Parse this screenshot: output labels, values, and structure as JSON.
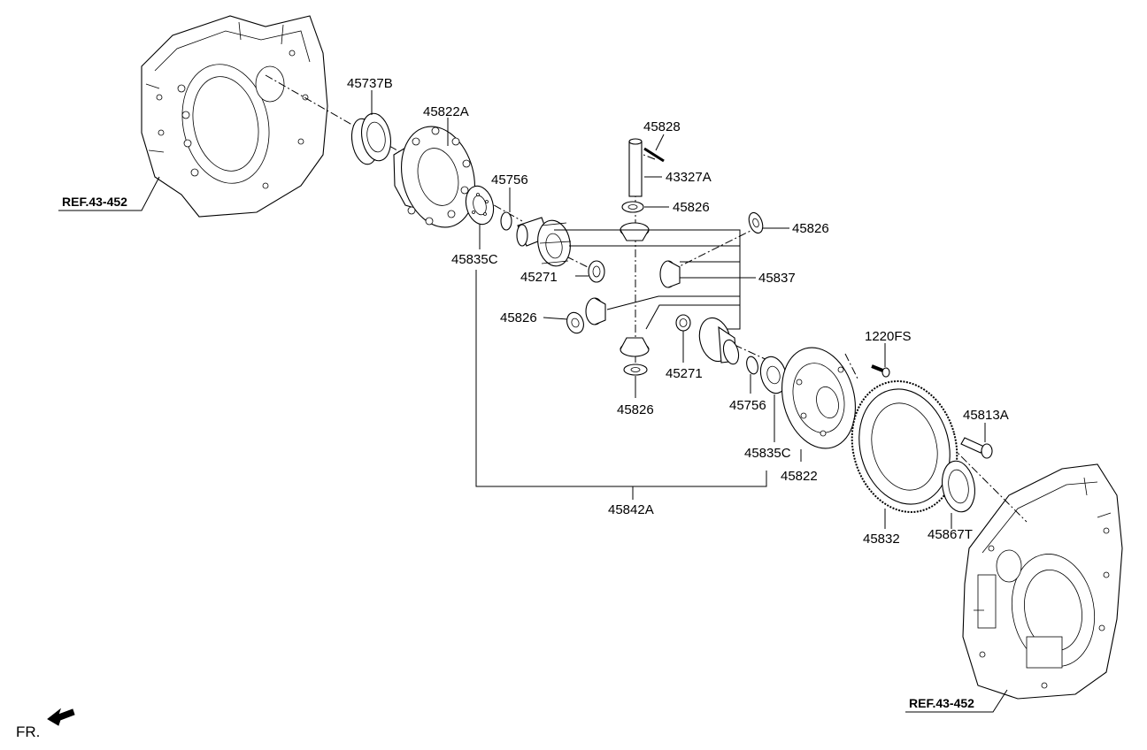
{
  "diagram": {
    "labels": {
      "p45737B": "45737B",
      "p45822A": "45822A",
      "p45828": "45828",
      "p43327A": "43327A",
      "p45756_top": "45756",
      "p45826_a": "45826",
      "p45826_b": "45826",
      "p45835C_left": "45835C",
      "p45271_left": "45271",
      "p45837": "45837",
      "p45826_c": "45826",
      "p45271_right": "45271",
      "p45826_d": "45826",
      "p45756_right": "45756",
      "p1220FS": "1220FS",
      "p45813A": "45813A",
      "p45835C_right": "45835C",
      "p45822": "45822",
      "p45842A": "45842A",
      "p45832": "45832",
      "p45867T": "45867T"
    },
    "refs": {
      "left": "REF.43-452",
      "right": "REF.43-452"
    },
    "orientation": "FR."
  }
}
